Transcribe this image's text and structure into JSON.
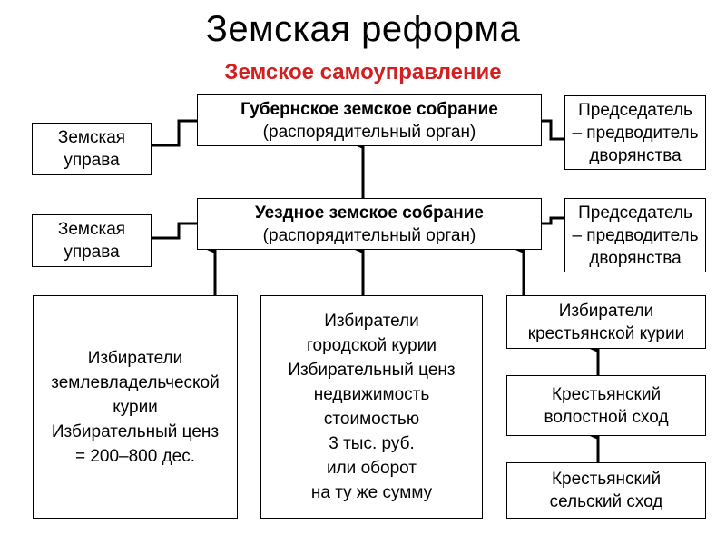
{
  "title": "Земская реформа",
  "subtitle": "Земское самоуправление",
  "gubern": {
    "name": "Губернское земское собрание",
    "role": "(распорядительный орган)"
  },
  "uezd": {
    "name": "Уездное земское собрание",
    "role": "(распорядительный орган)"
  },
  "uprava_top": [
    "Земская",
    "управа"
  ],
  "uprava_bottom": [
    "Земская",
    "управа"
  ],
  "chair_top": [
    "Председатель",
    "– предводитель",
    "дворянства"
  ],
  "chair_bottom": [
    "Председатель",
    "– предводитель",
    "дворянства"
  ],
  "landowners": [
    "Избиратели",
    "землевладельческой",
    "курии",
    "Избирательный ценз",
    "= 200–800 дес."
  ],
  "city": [
    "Избиратели",
    "городской курии",
    "Избирательный ценз",
    "недвижимость",
    "стоимостью",
    "3 тыс. руб.",
    "или оборот",
    "на ту же сумму"
  ],
  "peasant_voters": [
    "Избиратели",
    "крестьянской курии"
  ],
  "volost": [
    "Крестьянский",
    "волостной сход"
  ],
  "village": [
    "Крестьянский",
    "сельский сход"
  ]
}
